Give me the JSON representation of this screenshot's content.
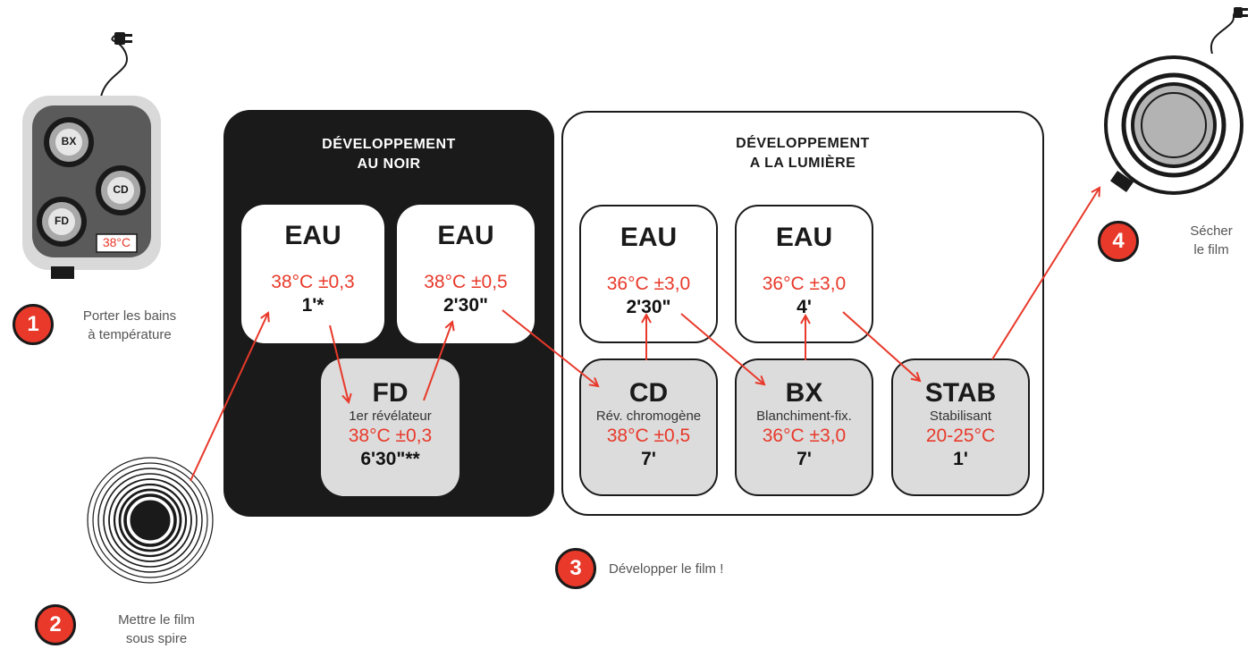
{
  "panels": {
    "dark_title": "DÉVELOPPEMENT\nAU NOIR",
    "light_title": "DÉVELOPPEMENT\nA LA LUMIÈRE"
  },
  "boxes": {
    "eau1": {
      "name": "EAU",
      "temp": "38°C ±0,3",
      "time": "1'*"
    },
    "eau2": {
      "name": "EAU",
      "temp": "38°C ±0,5",
      "time": "2'30\""
    },
    "fd": {
      "name": "FD",
      "sub": "1er révélateur",
      "temp": "38°C ±0,3",
      "time": "6'30\"**"
    },
    "eau3": {
      "name": "EAU",
      "temp": "36°C ±3,0",
      "time": "2'30\""
    },
    "eau4": {
      "name": "EAU",
      "temp": "36°C ±3,0",
      "time": "4'"
    },
    "cd": {
      "name": "CD",
      "sub": "Rév. chromogène",
      "temp": "38°C ±0,5",
      "time": "7'"
    },
    "bx": {
      "name": "BX",
      "sub": "Blanchiment-fix.",
      "temp": "36°C ±3,0",
      "time": "7'"
    },
    "stab": {
      "name": "STAB",
      "sub": "Stabilisant",
      "temp": "20-25°C",
      "time": "1'"
    }
  },
  "device": {
    "bx_label": "BX",
    "cd_label": "CD",
    "fd_label": "FD",
    "display": "38°C"
  },
  "steps": [
    {
      "num": "1",
      "label": "Porter les bains\nà température"
    },
    {
      "num": "2",
      "label": "Mettre le film\nsous spire"
    },
    {
      "num": "3",
      "label": "Développer le film !"
    },
    {
      "num": "4",
      "label": "Sécher\nle film"
    }
  ],
  "colors": {
    "accent": "#e8392a",
    "dark": "#1a1a1a",
    "grey_box": "#dcdcdc"
  },
  "icons": [
    "heater-device-icon",
    "film-spiral-icon",
    "dryer-icon",
    "plug-icon"
  ]
}
